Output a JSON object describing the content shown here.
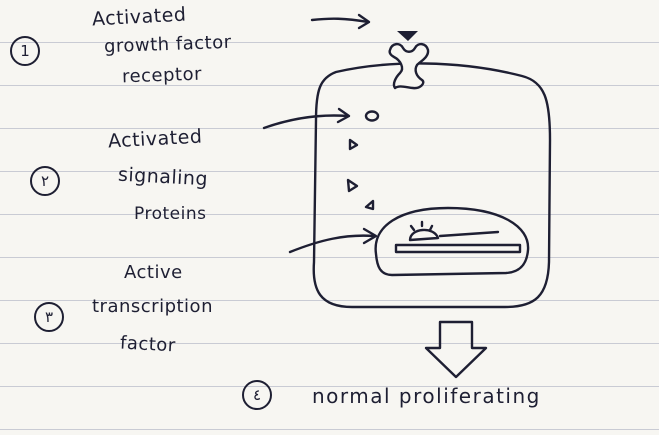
{
  "labels": {
    "step1": {
      "number": "1",
      "text_lines": [
        "Activated",
        "growth factor",
        "receptor"
      ]
    },
    "step2": {
      "number": "٢",
      "text_lines": [
        "Activated",
        "signaling",
        "Proteins"
      ]
    },
    "step3": {
      "number": "٣",
      "text_lines": [
        "Active",
        "transcription",
        "factor"
      ]
    },
    "step4": {
      "number": "٤",
      "text": "normal proliferating"
    }
  },
  "colors": {
    "ink": "#1e1f33",
    "paper": "#f7f6f2",
    "rule_lines": "#c9cbd4"
  }
}
